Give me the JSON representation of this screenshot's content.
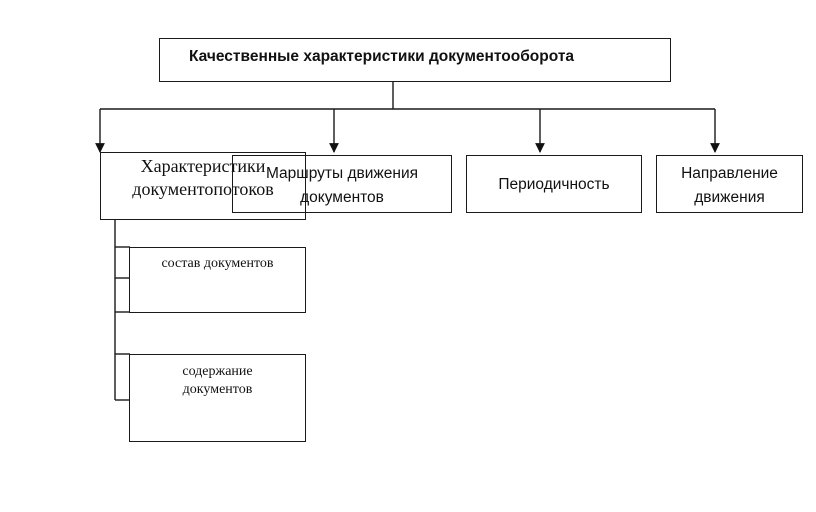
{
  "title": "Качественные характеристики документооборота",
  "nodes": {
    "flows": [
      "Характеристики",
      "документопотоков"
    ],
    "routes": [
      "Маршруты движения",
      "документов"
    ],
    "periodicity": "Периодичность",
    "direction": [
      "Направление",
      "движения"
    ],
    "composition": "состав документов",
    "content": [
      "содержание",
      "документов"
    ]
  }
}
